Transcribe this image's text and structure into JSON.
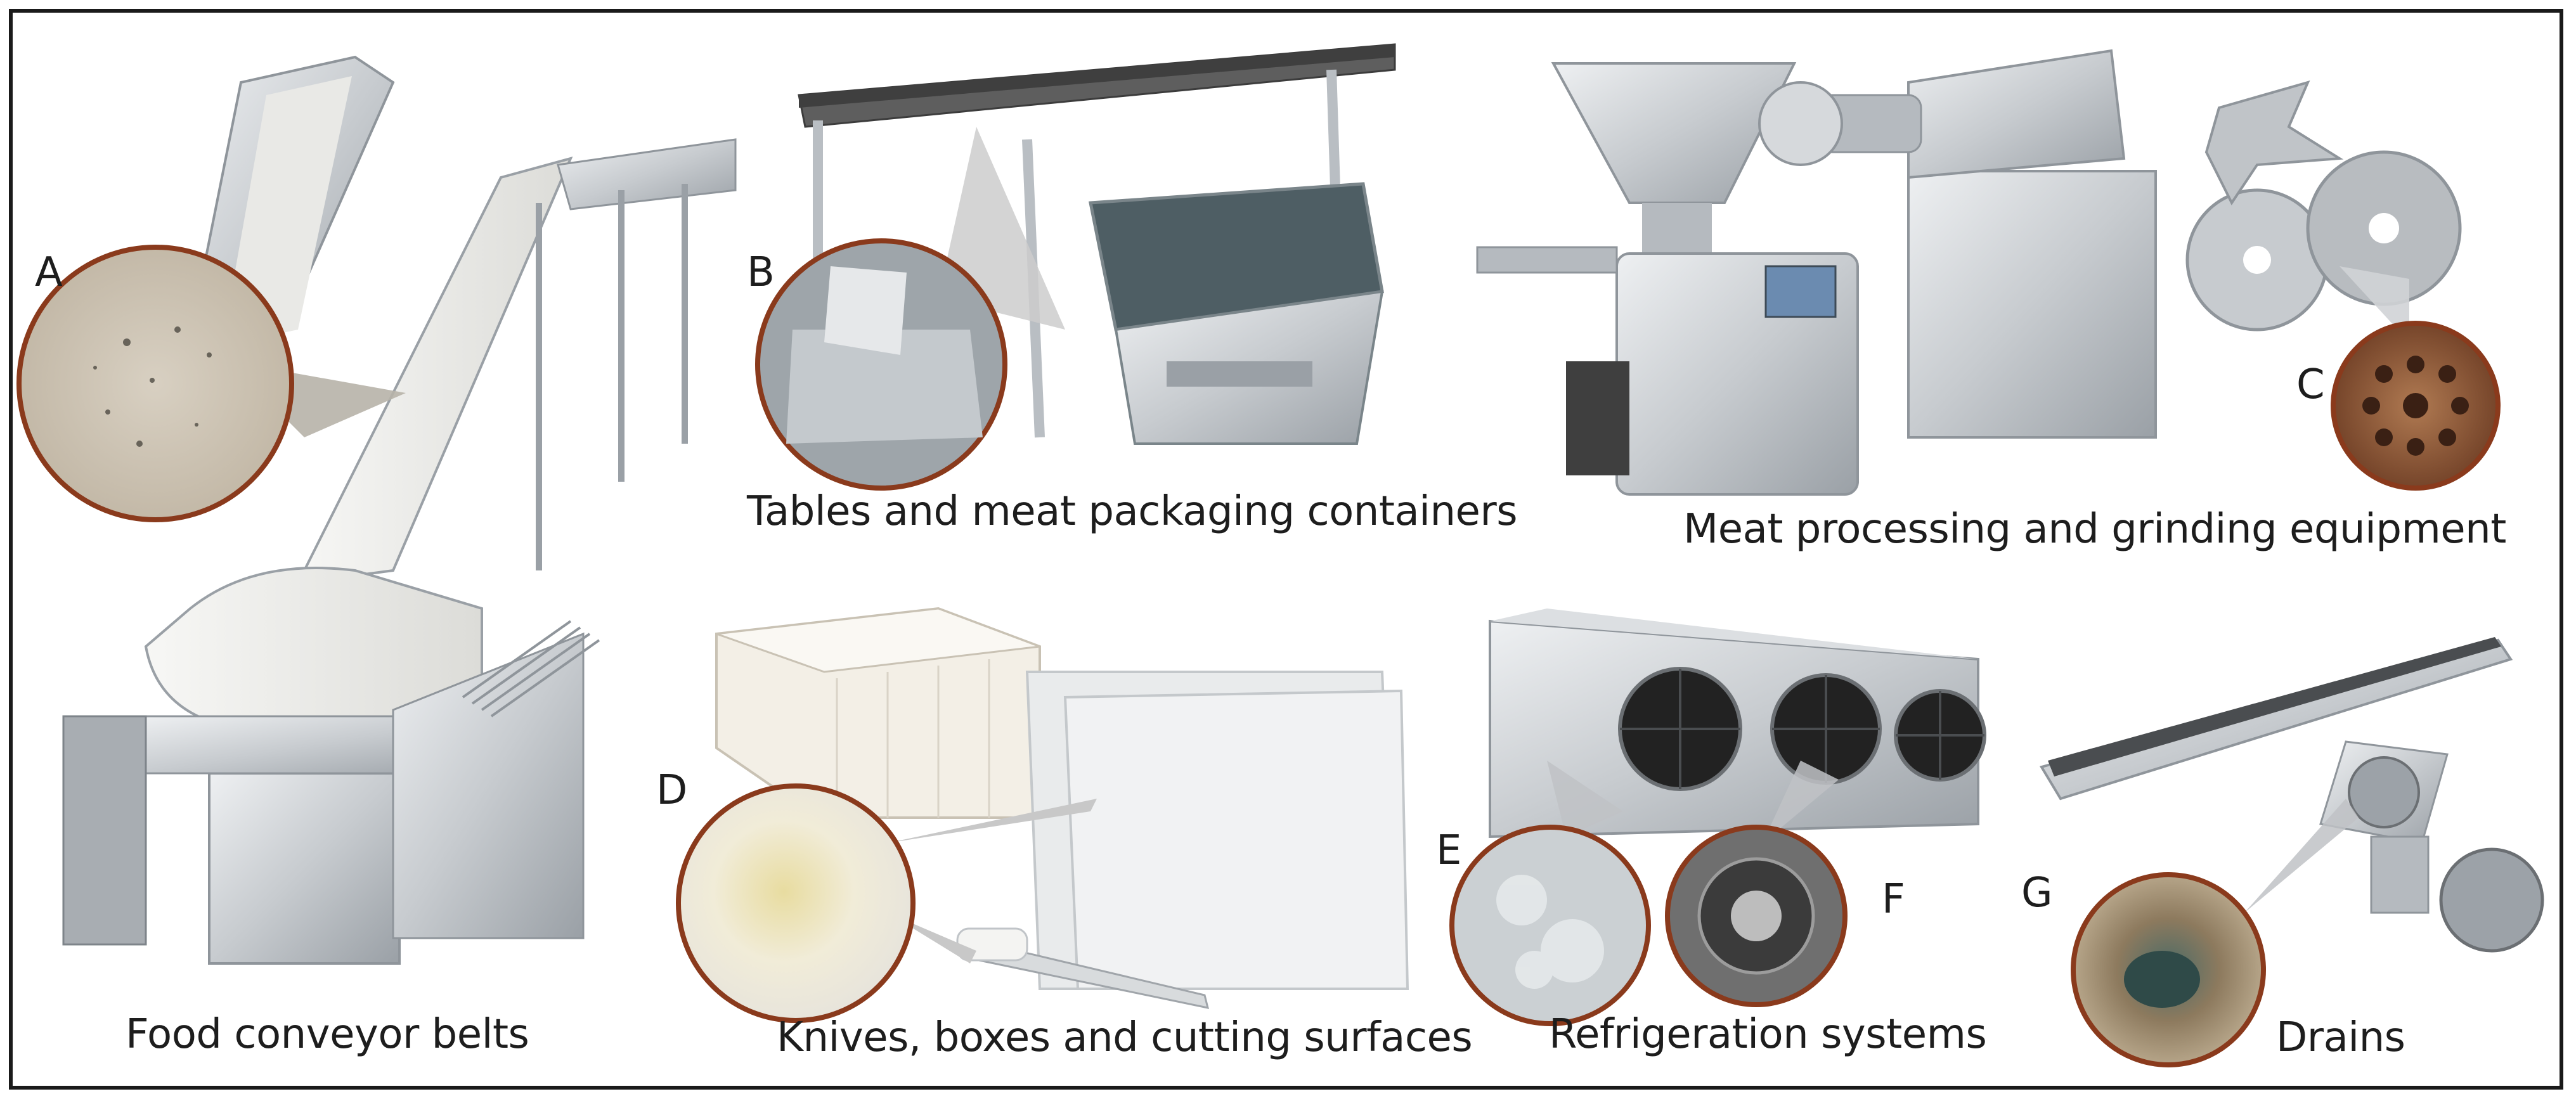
{
  "letters": {
    "a": "A",
    "b": "B",
    "c": "C",
    "d": "D",
    "e": "E",
    "f": "F",
    "g": "G"
  },
  "captions": {
    "conveyor": "Food conveyor belts",
    "tables": "Tables and meat packaging containers",
    "processing": "Meat processing and grinding equipment",
    "knives": "Knives, boxes and cutting surfaces",
    "refrigeration": "Refrigeration systems",
    "drains": "Drains"
  },
  "colors": {
    "frame": "#1a1a1a",
    "magnifier_ring": "#8a3a1c",
    "steel": "#c9ccd0",
    "steel_dark": "#8f959b",
    "plastic": "#f3efe6",
    "text": "#1d1d1d"
  }
}
